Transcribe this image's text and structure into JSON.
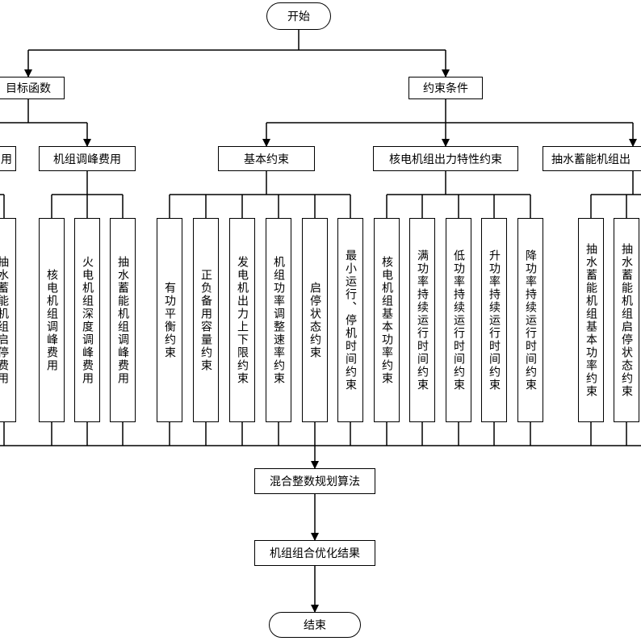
{
  "flow": {
    "start": "开始",
    "objective": "目标函数",
    "constraints": "约束条件",
    "algorithm": "混合整数规划算法",
    "result": "机组组合优化结果",
    "end": "结束"
  },
  "objective_items": {
    "left_partial": "用",
    "peak_cost": "机组调峰费用",
    "peak_cost_items": [
      "核电机组调峰费用",
      "火电机组深度调峰费用",
      "抽水蓄能机组调峰费用"
    ],
    "left_col_partial": "抽水蓄能机组启停费用"
  },
  "constraint_groups": {
    "basic": "基本约束",
    "nuclear": "核电机组出力特性约束",
    "pumped": "抽水蓄能机组出"
  },
  "basic_items": [
    "有功平衡约束",
    "正负备用容量约束",
    "发电机出力上下限约束",
    "机组功率调整速率约束",
    "启停状态约束",
    "最小运行、停机时间约束"
  ],
  "nuclear_items": [
    "核电机组基本功率约束",
    "满功率持续运行时间约束",
    "低功率持续运行时间约束",
    "升功率持续运行时间约束",
    "降功率持续运行时间约束"
  ],
  "pumped_items": [
    "抽水蓄能机组基本功率约束",
    "抽水蓄能机组启停状态约束"
  ]
}
